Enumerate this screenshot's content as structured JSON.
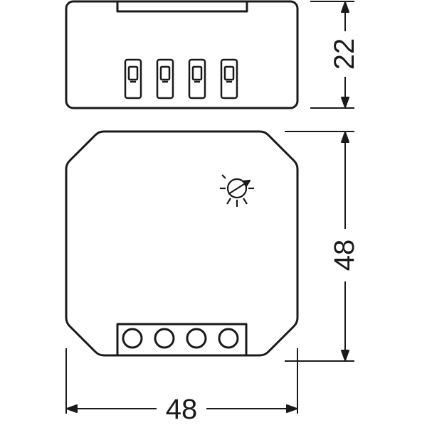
{
  "dimensions": {
    "height_top": "22",
    "height_front": "48",
    "width_front": "48"
  },
  "icons": {
    "potentiometer": "potentiometer-adjust-icon"
  },
  "colors": {
    "line": "#1a1a1a",
    "background": "#ffffff"
  }
}
